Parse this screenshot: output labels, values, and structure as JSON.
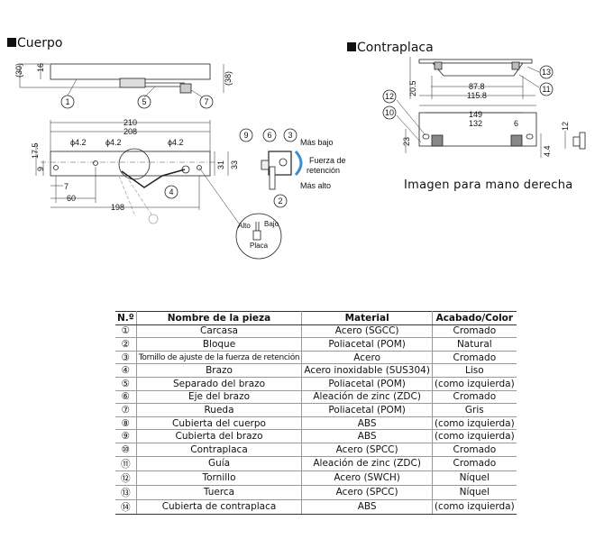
{
  "sections": {
    "body": "Cuerpo",
    "strike": "Contraplaca"
  },
  "caption": "Imagen para mano derecha",
  "body_drawing": {
    "dims": {
      "d30": "(30)",
      "d16": "16",
      "d38": "(38)",
      "d210": "210",
      "d208": "208",
      "d175": "17.5",
      "d9": "9",
      "d7": "7",
      "d60": "60",
      "d198": "198",
      "d31": "31",
      "d33": "33",
      "hole1": "ϕ4.2",
      "hole2": "ϕ4.2",
      "hole3": "ϕ4.2"
    },
    "callouts": [
      "1",
      "5",
      "7",
      "4",
      "9",
      "6",
      "3",
      "2"
    ],
    "adjust": {
      "lower": "Más bajo",
      "force": "Fuerza de",
      "force2": "retención",
      "higher": "Más alto"
    },
    "detail": {
      "high": "Alto",
      "low": "Bajo",
      "plate": "Placa"
    }
  },
  "strike_drawing": {
    "dims": {
      "d205": "20.5",
      "d878": "87.8",
      "d1158": "115.8",
      "d149": "149",
      "d132": "132",
      "d6": "6",
      "d23": "23",
      "d44": "4.4",
      "d12": "12"
    },
    "callouts": [
      "13",
      "11",
      "12",
      "10"
    ]
  },
  "table": {
    "headers": [
      "N.º",
      "Nombre de la pieza",
      "Material",
      "Acabado/Color"
    ],
    "rows": [
      [
        "①",
        "Carcasa",
        "Acero (SGCC)",
        "Cromado"
      ],
      [
        "②",
        "Bloque",
        "Poliacetal (POM)",
        "Natural"
      ],
      [
        "③",
        "Tornillo de ajuste de la fuerza de retención",
        "Acero",
        "Cromado"
      ],
      [
        "④",
        "Brazo",
        "Acero inoxidable (SUS304)",
        "Liso"
      ],
      [
        "⑤",
        "Separado del brazo",
        "Poliacetal (POM)",
        "(como izquierda)"
      ],
      [
        "⑥",
        "Eje del brazo",
        "Aleación de zinc (ZDC)",
        "Cromado"
      ],
      [
        "⑦",
        "Rueda",
        "Poliacetal (POM)",
        "Gris"
      ],
      [
        "⑧",
        "Cubierta del cuerpo",
        "ABS",
        "(como izquierda)"
      ],
      [
        "⑨",
        "Cubierta del brazo",
        "ABS",
        "(como izquierda)"
      ],
      [
        "⑩",
        "Contraplaca",
        "Acero (SPCC)",
        "Cromado"
      ],
      [
        "⑪",
        "Guía",
        "Aleación de zinc (ZDC)",
        "Cromado"
      ],
      [
        "⑫",
        "Tornillo",
        "Acero (SWCH)",
        "Níquel"
      ],
      [
        "⑬",
        "Tuerca",
        "Acero (SPCC)",
        "Níquel"
      ],
      [
        "⑭",
        "Cubierta de contraplaca",
        "ABS",
        "(como izquierda)"
      ]
    ]
  }
}
